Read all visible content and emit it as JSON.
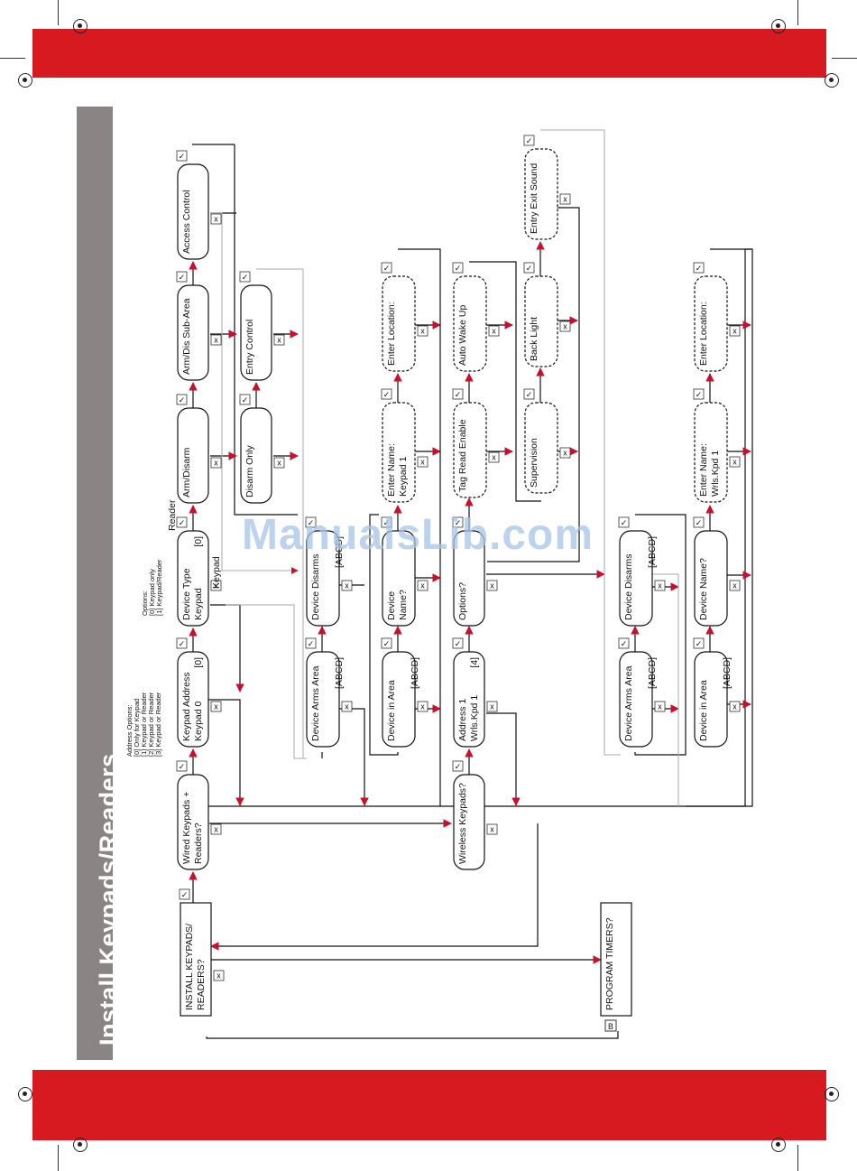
{
  "page": {
    "title": "Install Keypads/Readers",
    "watermark": "ManualsLib.com",
    "brand_color": "#d71920",
    "sidebar_color": "#8a8584",
    "arrow_color": "#c8102e"
  },
  "symbols": {
    "yes": "✓",
    "no": "x",
    "connector": "B"
  },
  "notes": {
    "address_options": [
      "Address Options:",
      "[0] Only for Keypad",
      "[1] Keypad or Reader",
      "[2] Keypad or Reader",
      "[3] Keypad or Reader"
    ],
    "type_options": [
      "Options:",
      "[0] Keypad only",
      "[1] Keypad/Reader"
    ],
    "reader_label": "Reader",
    "keypad_label": "Keypad"
  },
  "nodes": {
    "install": {
      "lines": [
        "INSTALL KEYPADS/",
        "READERS?"
      ]
    },
    "program_timers": {
      "lines": [
        "PROGRAM TIMERS?"
      ]
    },
    "wired": {
      "lines": [
        "Wired Keypads +",
        "Readers?"
      ]
    },
    "keypad_address": {
      "lines": [
        "Keypad Address",
        "Keypad 0"
      ],
      "value": "[0]"
    },
    "device_type": {
      "lines": [
        "Device Type",
        "Keypad"
      ],
      "value": "[0]"
    },
    "arm_disarm": {
      "lines": [
        "Arm/Disarm"
      ]
    },
    "arm_dis_sub": {
      "lines": [
        "Arm/Dis Sub-Area"
      ]
    },
    "access_control": {
      "lines": [
        "Access Control"
      ]
    },
    "disarm_only": {
      "lines": [
        "Disarm Only"
      ]
    },
    "entry_control": {
      "lines": [
        "Entry Control"
      ]
    },
    "dev_arms_area_1": {
      "lines": [
        "Device Arms Area"
      ],
      "value": "[ABCD]"
    },
    "dev_disarms_1": {
      "lines": [
        "Device Disarms"
      ],
      "value": "[ABCD]"
    },
    "dev_in_area_1": {
      "lines": [
        "Device in Area"
      ],
      "value": "[ABCD]"
    },
    "dev_name_1": {
      "lines": [
        "Device",
        "Name?"
      ]
    },
    "enter_name_1": {
      "lines": [
        "Enter Name:",
        "Keypad 1"
      ]
    },
    "enter_loc_1": {
      "lines": [
        "Enter Location:"
      ]
    },
    "wireless": {
      "lines": [
        "Wireless Keypads?"
      ]
    },
    "address_1": {
      "lines": [
        "Address 1",
        "Wrls.Kpd 1"
      ],
      "value": "[4]"
    },
    "options": {
      "lines": [
        "Options?"
      ]
    },
    "tag_read": {
      "lines": [
        "Tag Read Enable"
      ]
    },
    "auto_wake": {
      "lines": [
        "Auto Wake Up"
      ]
    },
    "supervision": {
      "lines": [
        "Supervision"
      ]
    },
    "back_light": {
      "lines": [
        "Back Light"
      ]
    },
    "entry_exit": {
      "lines": [
        "Entry Exit Sound"
      ]
    },
    "dev_arms_area_2": {
      "lines": [
        "Device Arms Area"
      ],
      "value": "[ABCD]"
    },
    "dev_disarms_2": {
      "lines": [
        "Device Disarms"
      ],
      "value": "[ABCD]"
    },
    "dev_in_area_2": {
      "lines": [
        "Device in Area"
      ],
      "value": "[ABCD]"
    },
    "dev_name_2": {
      "lines": [
        "Device Name?"
      ]
    },
    "enter_name_2": {
      "lines": [
        "Enter Name:",
        "Wrls.Kpd 1"
      ]
    },
    "enter_loc_2": {
      "lines": [
        "Enter Location:"
      ]
    }
  }
}
